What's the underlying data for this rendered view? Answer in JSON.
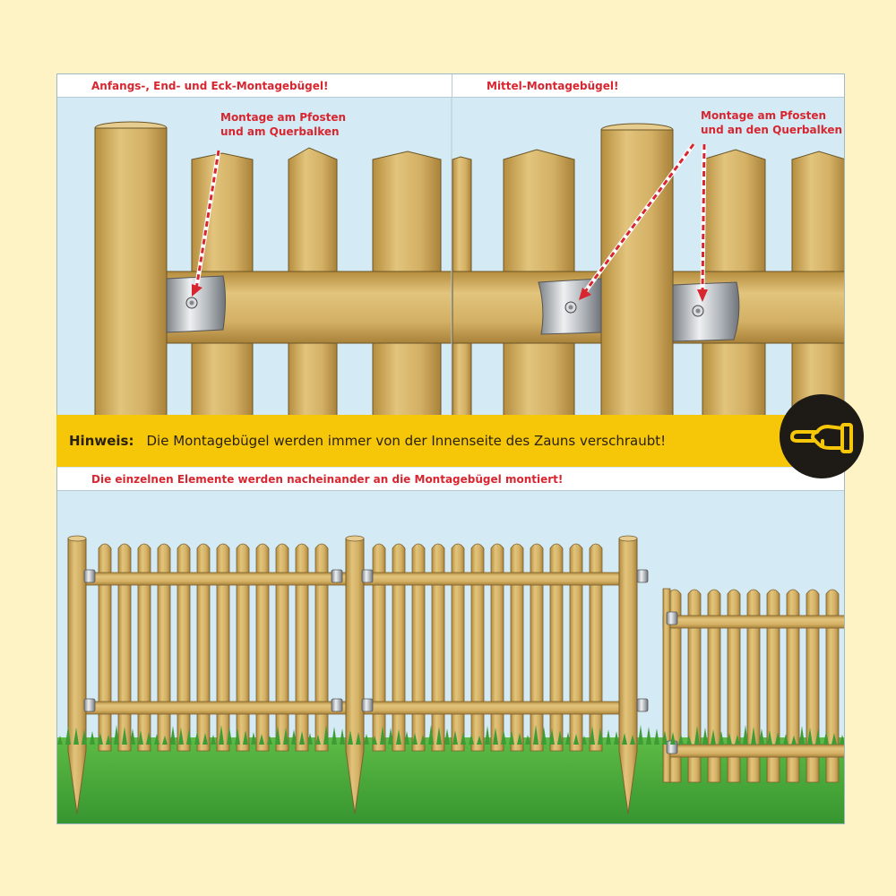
{
  "panels": {
    "left_label": "Anfangs-, End- und Eck-Montagebügel!",
    "right_label": "Mittel-Montagebügel!",
    "left_callout": "Montage am Pfosten\nund am Querbalken",
    "right_callout": "Montage am Pfosten\nund an den Querbalken"
  },
  "hint": {
    "label": "Hinweis:",
    "text": "Die Montagebügel werden immer von der Innenseite des Zauns verschraubt!"
  },
  "bottom": {
    "label": "Die einzelnen Elemente werden nacheinander an die Montagebügel montiert!"
  },
  "icons": {
    "hand": "pointing-hand-icon",
    "bracket": "mounting-bracket-icon",
    "arrow": "dashed-arrow-icon"
  },
  "colors": {
    "background": "#fdf3c4",
    "sky": "#d4eaf5",
    "wood": "#d8b76b",
    "wood_dark": "#b78f3f",
    "accent_red": "#d7262f",
    "hint_yellow": "#f6c609",
    "grass": "#3fa33b"
  }
}
